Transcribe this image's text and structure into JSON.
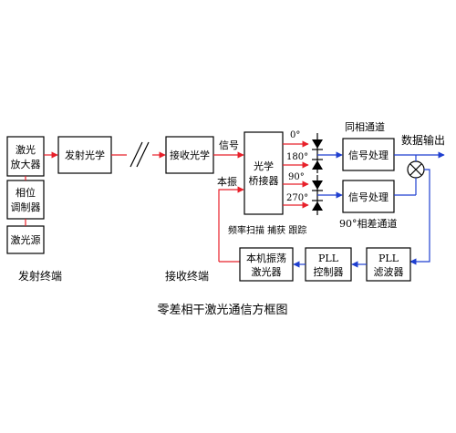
{
  "colors": {
    "optical": "#e8202a",
    "electrical": "#1f3fd0",
    "outline": "#000000"
  },
  "blocks": {
    "laser_amp": [
      "激光",
      "放大器"
    ],
    "phase_mod": [
      "相位",
      "调制器"
    ],
    "laser_src": "激光源",
    "tx_optics": "发射光学",
    "rx_optics": "接收光学",
    "bridge": [
      "光学",
      "桥接器"
    ],
    "sig_proc_1": "信号处理",
    "sig_proc_2": "信号处理",
    "lo_laser": [
      "本机振荡",
      "激光器"
    ],
    "pll_ctrl": [
      "PLL",
      "控制器"
    ],
    "pll_filter": [
      "PLL",
      "滤波器"
    ]
  },
  "labels": {
    "tx_terminal": "发射终端",
    "rx_terminal": "接收终端",
    "signal": "信号",
    "local_osc": "本振",
    "deg0": "0°",
    "deg180": "180°",
    "deg90": "90°",
    "deg270": "270°",
    "in_phase": "同相通道",
    "quadrature": "90°相差通道",
    "data_out": "数据输出",
    "scan": "频率扫描  捕获  跟踪"
  },
  "caption": "零差相干激光通信方框图"
}
